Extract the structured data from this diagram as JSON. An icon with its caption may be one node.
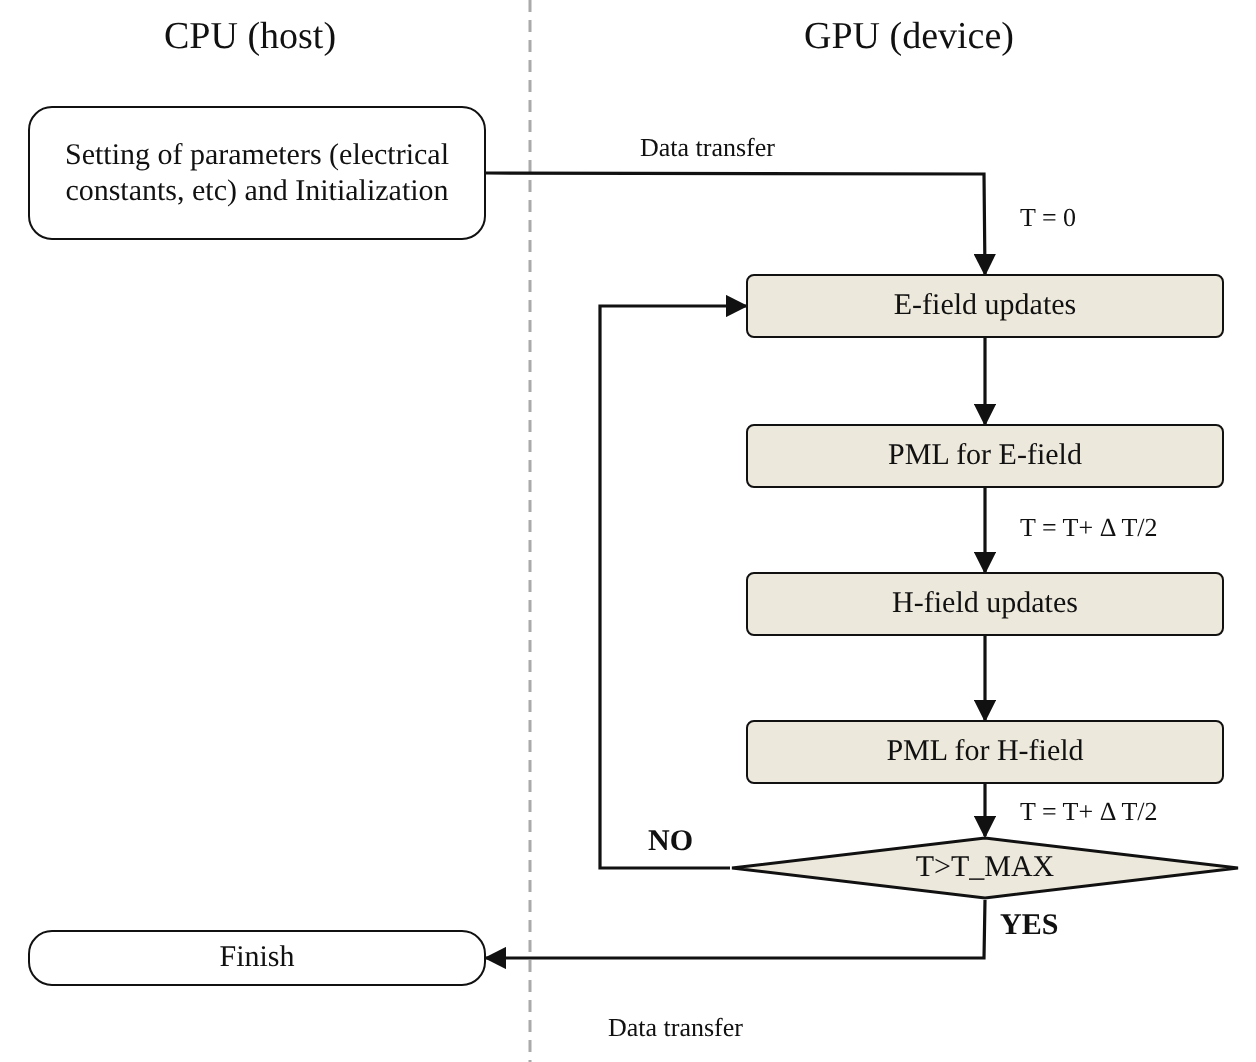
{
  "diagram": {
    "nodes": [
      {
        "text": [
          "Setting of parameters (electrical constants, etc) and Initialization"
        ]
      },
      {
        "text": [
          "E-field updates"
        ]
      },
      {
        "text": [
          "PML for E-field"
        ]
      },
      {
        "text": [
          "H-field updates"
        ]
      },
      {
        "text": [
          "PML for H-field"
        ]
      },
      {
        "text": [
          "T>T_MAX"
        ]
      },
      {
        "text": [
          "Finish"
        ]
      }
    ],
    "edges": [
      {
        "from": 0,
        "to": 1,
        "arrow": "to",
        "label": "Data transfer"
      },
      {
        "from": 1,
        "to": 2,
        "arrow": "to"
      },
      {
        "from": 2,
        "to": 3,
        "arrow": "to",
        "label": "T = T+ Δ T/2"
      },
      {
        "from": 3,
        "to": 4,
        "arrow": "to"
      },
      {
        "from": 4,
        "to": 5,
        "arrow": "to",
        "label": "T = T+ Δ T/2"
      },
      {
        "from": 5,
        "to": 1,
        "arrow": "to",
        "label": "NO"
      },
      {
        "from": 5,
        "to": 6,
        "arrow": "to",
        "label": "YES"
      }
    ],
    "labels": [
      "CPU (host)",
      "GPU (device)",
      "T = 0",
      "Data transfer"
    ]
  }
}
